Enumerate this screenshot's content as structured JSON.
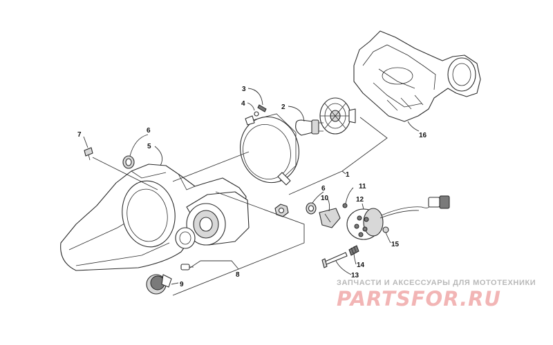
{
  "callouts": {
    "c1": "1",
    "c2": "2",
    "c3": "3",
    "c4": "4",
    "c5": "5",
    "c6a": "6",
    "c6b": "6",
    "c7": "7",
    "c8": "8",
    "c9": "9",
    "c10": "10",
    "c11": "11",
    "c12": "12",
    "c13": "13",
    "c14": "14",
    "c15": "15",
    "c16": "16"
  },
  "watermark": {
    "tagline": "ЗАПЧАСТИ И АКСЕССУАРЫ ДЛЯ МОТОТЕХНИКИ",
    "logo": "PARTSFOR.RU"
  },
  "colors": {
    "line": "#2a2a2a",
    "watermark_logo": "#f2b5b5",
    "watermark_text": "#b8b8b8"
  }
}
